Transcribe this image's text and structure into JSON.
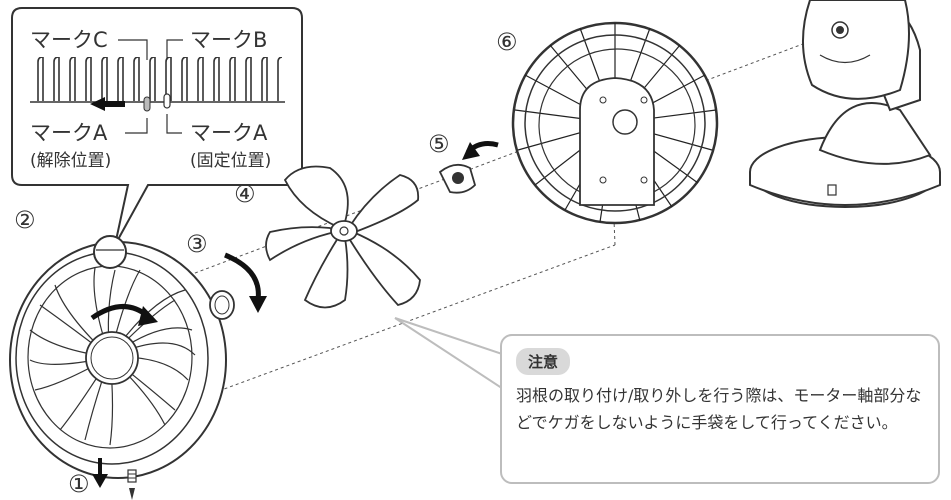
{
  "callout": {
    "mark_c": "マークC",
    "mark_b": "マークB",
    "mark_a_left": "マークA",
    "mark_a_left_sub": "(解除位置)",
    "mark_a_right": "マークA",
    "mark_a_right_sub": "(固定位置)"
  },
  "steps": {
    "s1": "①",
    "s2": "②",
    "s3": "③",
    "s4": "④",
    "s5": "⑤",
    "s6": "⑥"
  },
  "note": {
    "badge": "注意",
    "body": "羽根の取り付け/取り外しを行う際は、モーター軸部分などでケガをしないように手袋をして行ってください。"
  }
}
